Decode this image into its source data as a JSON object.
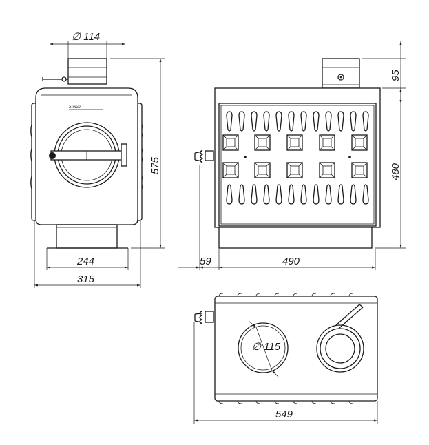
{
  "dimensions": {
    "pipe_diameter": "∅ 114",
    "total_height": "575",
    "base_width": "244",
    "body_width": "315",
    "pipe_height": "95",
    "body_height": "480",
    "side_offset": "59",
    "side_length": "490",
    "top_opening_diameter": "∅ 115",
    "total_length": "549"
  },
  "brand": "Stoker",
  "colors": {
    "line": "#1a1a1a",
    "background": "#ffffff"
  }
}
